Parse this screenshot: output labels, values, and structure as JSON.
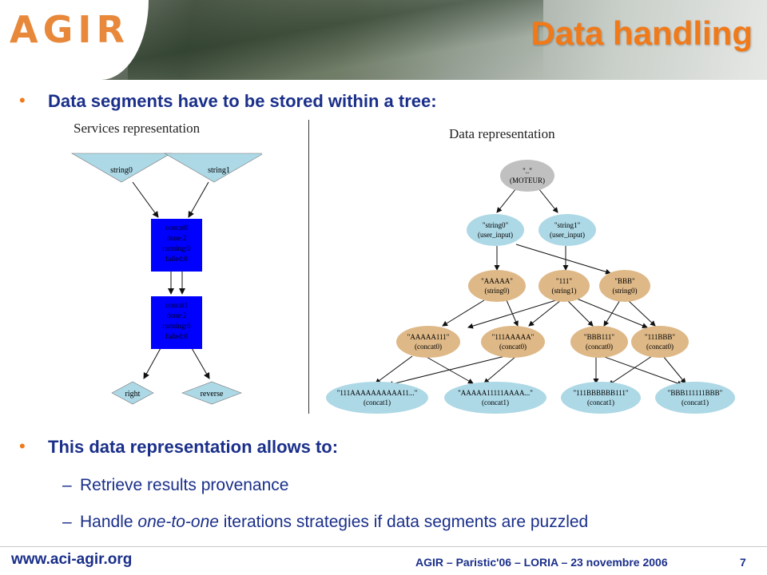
{
  "header": {
    "logo": "AGIR",
    "title": "Data handling"
  },
  "bullets": [
    {
      "text": "Data segments have to be stored within a tree:"
    },
    {
      "text": "This data representation allows to:"
    }
  ],
  "sub_items": [
    {
      "dash": "–",
      "text": "Retrieve results provenance"
    },
    {
      "dash": "–",
      "pre": "Handle ",
      "em": "one-to-one",
      "post": " iterations strategies if data segments are puzzled"
    }
  ],
  "captions": {
    "services": "Services representation",
    "data": "Data representation"
  },
  "services_diagram": {
    "inputs": [
      "string0",
      "string1"
    ],
    "processors": [
      {
        "id": "concat0",
        "lines": [
          "concat0",
          "done:2",
          "running:0",
          "failed:0"
        ]
      },
      {
        "id": "concat1",
        "lines": [
          "concat1",
          "done:2",
          "running:0",
          "failed:0"
        ]
      }
    ],
    "outputs": [
      "right",
      "reverse"
    ]
  },
  "data_diagram": {
    "root": [
      "\"..\"",
      "(MOTEUR)"
    ],
    "level1": [
      [
        "\"string0\"",
        "(user_input)"
      ],
      [
        "\"string1\"",
        "(user_input)"
      ]
    ],
    "level2": [
      [
        "\"AAAAA\"",
        "(string0)"
      ],
      [
        "\"111\"",
        "(string1)"
      ],
      [
        "\"BBB\"",
        "(string0)"
      ]
    ],
    "level3": [
      [
        "\"AAAAA111\"",
        "(concat0)"
      ],
      [
        "\"111AAAAA\"",
        "(concat0)"
      ],
      [
        "\"BBB111\"",
        "(concat0)"
      ],
      [
        "\"111BBB\"",
        "(concat0)"
      ]
    ],
    "level4": [
      [
        "\"111AAAAAAAAAA11...\"",
        "(concat1)"
      ],
      [
        "\"AAAAA11111AAAA...\"",
        "(concat1)"
      ],
      [
        "\"111BBBBBB111\"",
        "(concat1)"
      ],
      [
        "\"BBB111111BBB\"",
        "(concat1)"
      ]
    ]
  },
  "footer": {
    "url": "www.aci-agir.org",
    "text": "AGIR – Paristic'06 – LORIA – 23 novembre 2006",
    "page": "7"
  },
  "colors": {
    "title": "#f07a1a",
    "text": "#1a2f8a",
    "input_node": "#add8e6",
    "processor_node": "#0000ff",
    "data_node_orange": "#deb887",
    "data_node_grey": "#c0c0c0"
  }
}
